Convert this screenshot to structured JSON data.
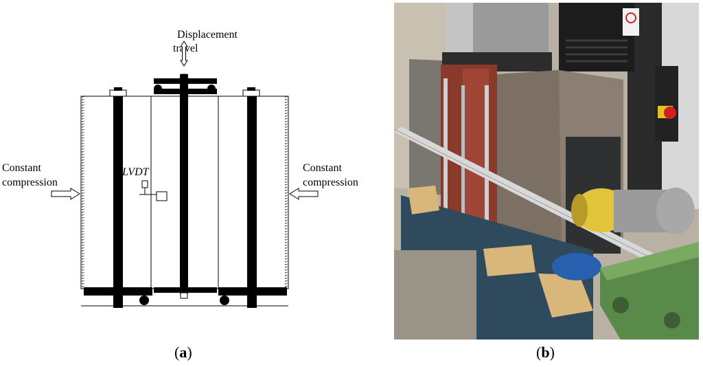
{
  "diagram": {
    "top_label_line1": "Displacement",
    "top_label_line2": "travel",
    "left_label_line1": "Constant",
    "left_label_line2": "compression",
    "right_label_line1": "Constant",
    "right_label_line2": "compression",
    "lvdt_label": "LVDT"
  },
  "captions": {
    "a_open": "(",
    "a_letter": "a",
    "a_close": ")",
    "b_open": "(",
    "b_letter": "b",
    "b_close": ")"
  },
  "colors": {
    "steel_dark": "#3a3a3a",
    "rust": "#8a3a2a",
    "wood": "#d9b77a",
    "machine_green": "#5a8a4a",
    "actuator_yellow": "#e2c43a",
    "machine_blue": "#2f4a5c",
    "emergency_red": "#d21f1f"
  },
  "icons": [
    "double-arrow-vertical-icon",
    "arrow-right-icon",
    "arrow-left-icon"
  ]
}
